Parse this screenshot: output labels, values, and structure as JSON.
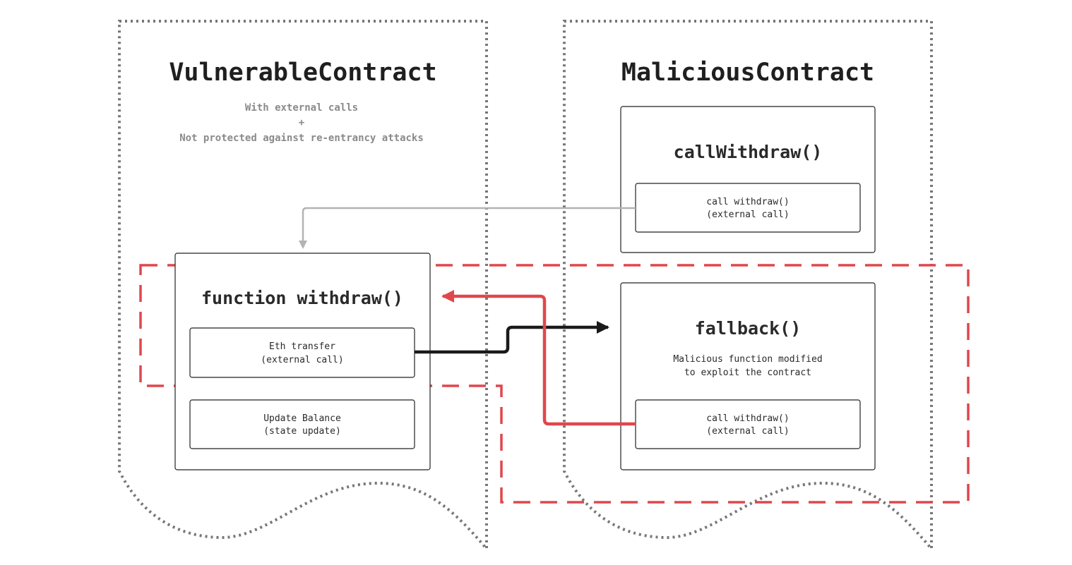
{
  "colors": {
    "attack_red": "#e0474c",
    "gray_arrow": "#b3b3b3",
    "black_arrow": "#1a1a1a",
    "dotted_border": "#777777"
  },
  "vulnerable": {
    "title": "VulnerableContract",
    "sub_line1": "With external calls",
    "sub_line2": "+",
    "sub_line3": "Not protected against re-entrancy attacks",
    "withdraw_title": "function withdraw()",
    "eth_line1": "Eth transfer",
    "eth_line2": "(external call)",
    "update_line1": "Update Balance",
    "update_line2": "(state update)"
  },
  "malicious": {
    "title": "MaliciousContract",
    "callwithdraw_title": "callWithdraw()",
    "call1_line1": "call withdraw()",
    "call1_line2": "(external call)",
    "fallback_title": "fallback()",
    "fallback_desc1": "Malicious function modified",
    "fallback_desc2": "to exploit the contract",
    "call2_line1": "call withdraw()",
    "call2_line2": "(external call)"
  }
}
